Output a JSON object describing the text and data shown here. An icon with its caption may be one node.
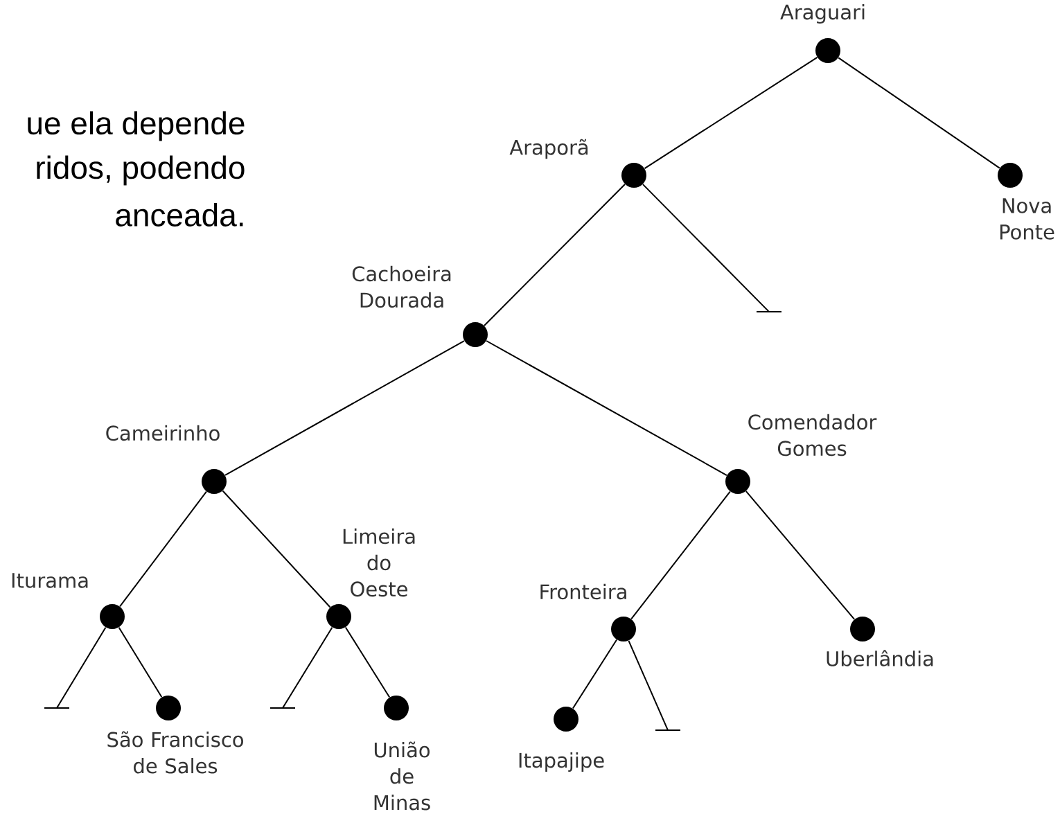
{
  "diagram": {
    "nodes": [
      {
        "text": [
          "Araguari"
        ]
      },
      {
        "text": [
          "Araporã"
        ]
      },
      {
        "text": [
          "Nova Ponte"
        ]
      },
      {
        "text": [
          "Cachoeira Dourada"
        ]
      },
      {
        "text": [],
        "shape": "bar"
      },
      {
        "text": [
          "Cameirinho"
        ]
      },
      {
        "text": [
          "Comendador Gomes"
        ]
      },
      {
        "text": [
          "Iturama"
        ]
      },
      {
        "text": [
          "Limeira do Oeste"
        ]
      },
      {
        "text": [
          "Fronteira"
        ]
      },
      {
        "text": [
          "Uberlândia"
        ]
      },
      {
        "text": [],
        "shape": "bar"
      },
      {
        "text": [
          "São Francisco de Sales"
        ]
      },
      {
        "text": [],
        "shape": "bar"
      },
      {
        "text": [
          "União de Minas"
        ]
      },
      {
        "text": [
          "Itapajipe"
        ]
      },
      {
        "text": [],
        "shape": "bar"
      }
    ],
    "edges": [
      {
        "from": 0,
        "to": 1,
        "arrow": "none"
      },
      {
        "from": 0,
        "to": 2,
        "arrow": "none"
      },
      {
        "from": 1,
        "to": 3,
        "arrow": "none"
      },
      {
        "from": 1,
        "to": 4,
        "arrow": "none"
      },
      {
        "from": 3,
        "to": 5,
        "arrow": "none"
      },
      {
        "from": 3,
        "to": 6,
        "arrow": "none"
      },
      {
        "from": 5,
        "to": 7,
        "arrow": "none"
      },
      {
        "from": 5,
        "to": 8,
        "arrow": "none"
      },
      {
        "from": 6,
        "to": 9,
        "arrow": "none"
      },
      {
        "from": 6,
        "to": 10,
        "arrow": "none"
      },
      {
        "from": 7,
        "to": 11,
        "arrow": "none"
      },
      {
        "from": 7,
        "to": 12,
        "arrow": "none"
      },
      {
        "from": 8,
        "to": 13,
        "arrow": "none"
      },
      {
        "from": 8,
        "to": 14,
        "arrow": "none"
      },
      {
        "from": 9,
        "to": 15,
        "arrow": "none"
      },
      {
        "from": 9,
        "to": 16,
        "arrow": "none"
      }
    ],
    "labels": [
      "ue ela depende",
      "ridos, podendo",
      "anceada."
    ]
  }
}
